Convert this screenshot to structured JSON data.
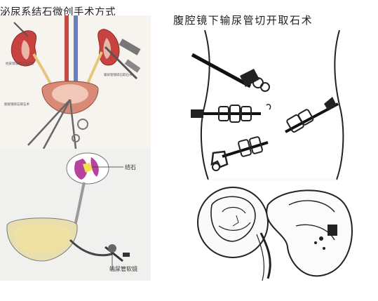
{
  "titles": {
    "left": "泌尿系结石微创手术方式",
    "right": "腹腔镜下输尿管切开取石术"
  },
  "labels": {
    "stone": "结石",
    "ureteroscope": "输尿管软镜",
    "tiny_a": "经皮肾镜取石术示意",
    "tiny_b": "输尿管镜碎石取石术",
    "tiny_c": "膀胱镜碎石取石术"
  },
  "colors": {
    "kidney": "#c8433f",
    "kidney_inner": "#e9b7a8",
    "ureter": "#e4c77a",
    "bladder": "#d98a76",
    "purple": "#b7449c",
    "yellow": "#f2e04a",
    "panel_bg_left_bottom": "#f0f0ee"
  }
}
